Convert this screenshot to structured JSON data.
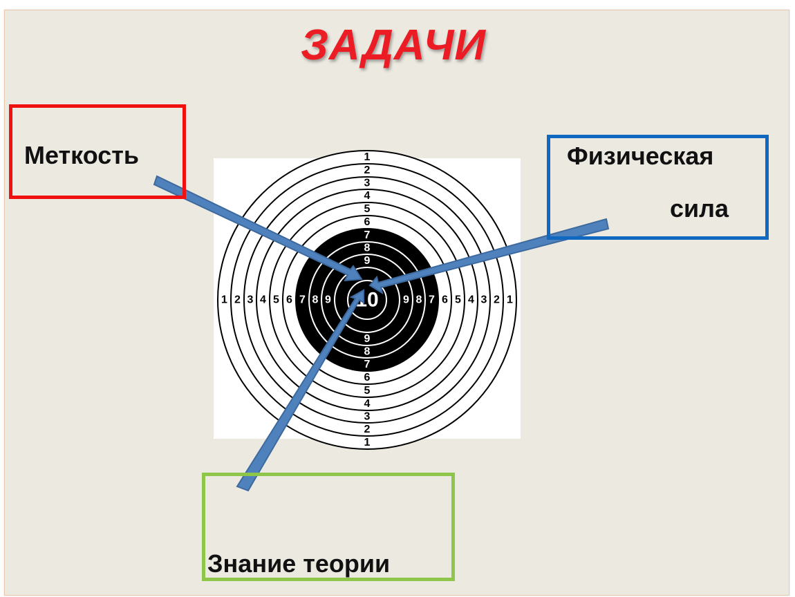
{
  "title": "ЗАДАЧИ",
  "boxes": {
    "accuracy": "Меткость",
    "physical_line1": "Физическая",
    "physical_line2": "сила",
    "theory": "Знание  теории"
  },
  "target": {
    "top_numbers": [
      "1",
      "2",
      "3",
      "4",
      "5",
      "6",
      "7",
      "8",
      "9"
    ],
    "bottom_numbers": [
      "9",
      "8",
      "7",
      "6",
      "5",
      "4",
      "3",
      "2",
      "1"
    ],
    "left_numbers": [
      "1",
      "2",
      "3",
      "4",
      "5",
      "6",
      "7",
      "8",
      "9"
    ],
    "right_numbers": [
      "9",
      "8",
      "7",
      "6",
      "5",
      "4",
      "3",
      "2",
      "1"
    ],
    "center": "10"
  },
  "colors": {
    "title": "#ec1c24",
    "accuracy_box": "#f01010",
    "physical_box": "#1068c0",
    "theory_box": "#8ec649",
    "arrow": "#4f81bd"
  }
}
